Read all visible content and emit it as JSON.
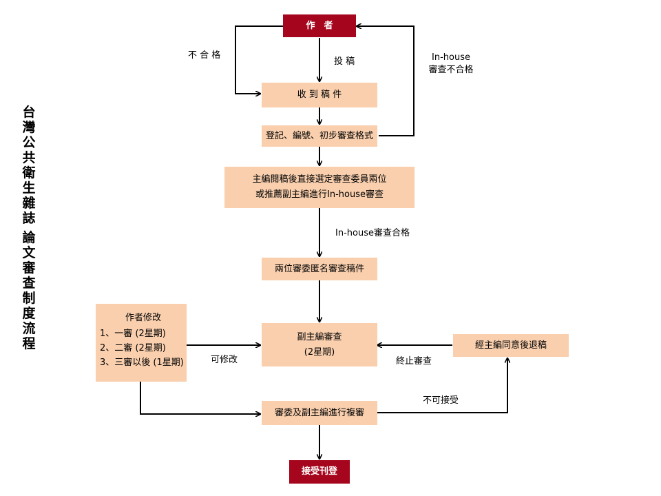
{
  "title": {
    "line1": "台灣公共衛生雜誌",
    "line2": "論文審查制度流程"
  },
  "nodes": {
    "author": "作　者",
    "received": "收 到 稿 件",
    "register": "登記、編號、初步審查格式",
    "chief_line1": "主編閱稿後直接選定審查委員兩位",
    "chief_line2": "或推薦副主編進行In-house審查",
    "anonymous": "兩位審委匿名審查稿件",
    "deputy_line1": "副主編審查",
    "deputy_line2": "(2星期)",
    "revise_title": "作者修改",
    "revise_1": "1、一審 (2星期)",
    "revise_2": "2、二審 (2星期)",
    "revise_3": "3、三審以後 (1星期)",
    "reject": "經主編同意後退稿",
    "rereview": "審委及副主編進行複審",
    "accept": "接受刊登"
  },
  "edge_labels": {
    "submit": "投 稿",
    "unqualified": "不 合 格",
    "inhouse_fail_line1": "In-house",
    "inhouse_fail_line2": "審查不合格",
    "inhouse_pass": "In-house審查合格",
    "can_revise": "可修改",
    "terminate": "終止審查",
    "not_acceptable": "不可接受"
  },
  "colors": {
    "node_fill": "#f9cfae",
    "terminal_fill": "#a5051d",
    "terminal_text": "#ffffff",
    "arrow": "#000000"
  }
}
